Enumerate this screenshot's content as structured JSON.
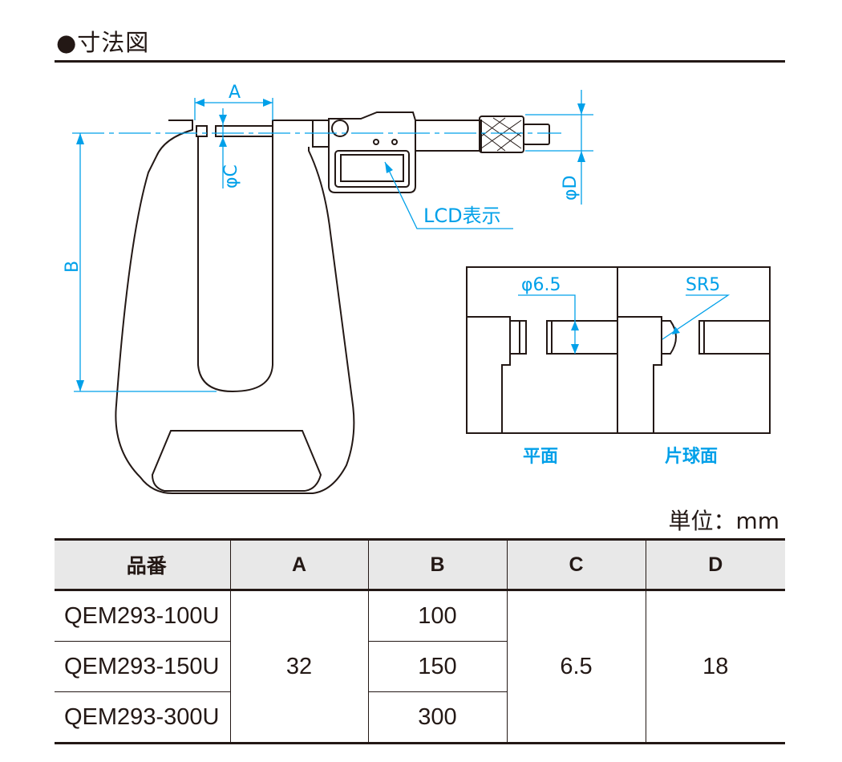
{
  "title": "●寸法図",
  "diagram": {
    "label_a": "A",
    "label_b": "B",
    "label_c": "φC",
    "label_d": "φD",
    "lcd_label": "LCD表示",
    "detail_flat_dim": "φ6.5",
    "detail_sphere_dim": "SR5",
    "detail_flat_caption": "平面",
    "detail_sphere_caption": "片球面",
    "accent_color": "#00a0e9"
  },
  "unit": "単位：mm",
  "table": {
    "headers": [
      "品番",
      "A",
      "B",
      "C",
      "D"
    ],
    "rows": [
      {
        "model": "QEM293-100U",
        "b": "100"
      },
      {
        "model": "QEM293-150U",
        "b": "150"
      },
      {
        "model": "QEM293-300U",
        "b": "300"
      }
    ],
    "a": "32",
    "c": "6.5",
    "d": "18"
  }
}
